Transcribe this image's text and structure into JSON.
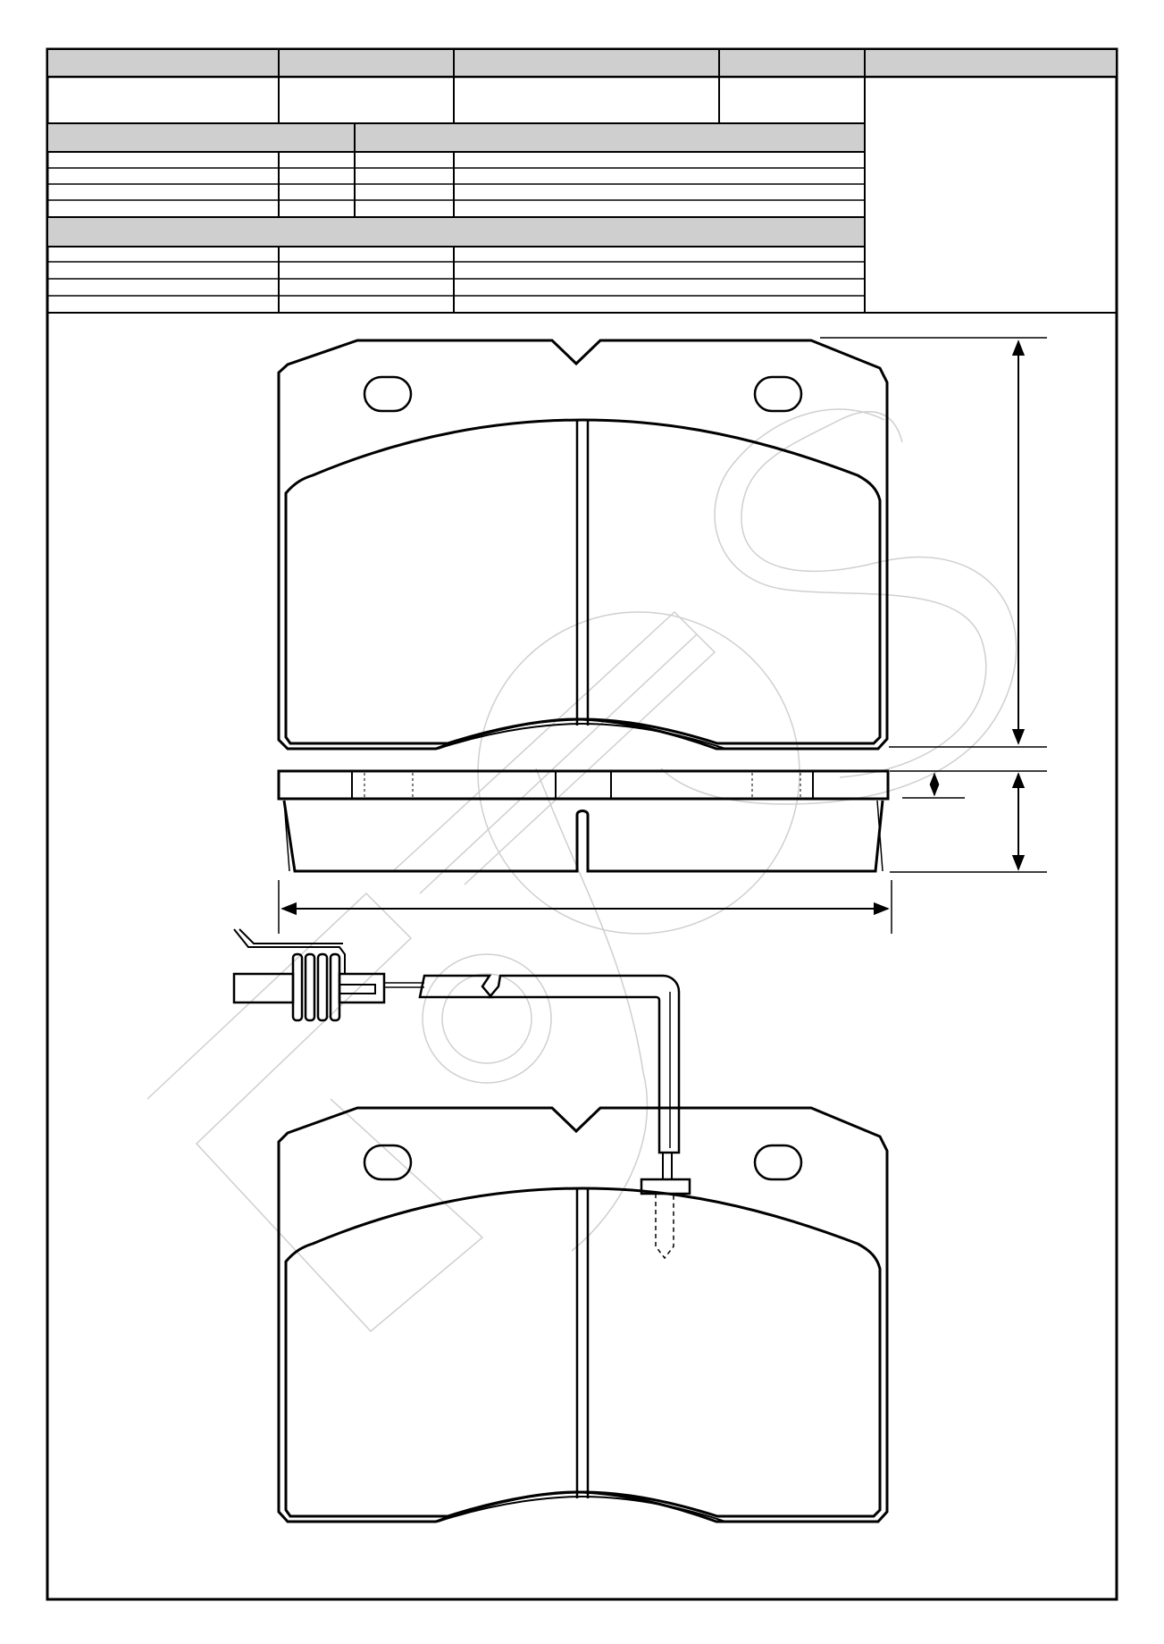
{
  "colors": {
    "line": "#000000",
    "header_fill": "#cfcfcf",
    "watermark": "#cfcfcf",
    "background": "#ffffff"
  },
  "spec_table": {
    "top_headers": [
      "",
      "",
      "",
      "",
      ""
    ],
    "top_values": [
      "",
      "",
      "",
      ""
    ],
    "section_a": {
      "headers": [
        "",
        "",
        "",
        ""
      ],
      "row_count": 4
    },
    "section_b": {
      "headers": [
        "",
        "",
        "",
        ""
      ],
      "row_count": 4
    },
    "side_panel": ""
  },
  "drawing": {
    "views": [
      "pad-front-view",
      "pad-side-view",
      "wear-sensor-wire",
      "pad-with-sensor-view"
    ],
    "dimension_labels": {
      "height": "",
      "thickness": "",
      "backing_plate": "",
      "width": ""
    }
  }
}
